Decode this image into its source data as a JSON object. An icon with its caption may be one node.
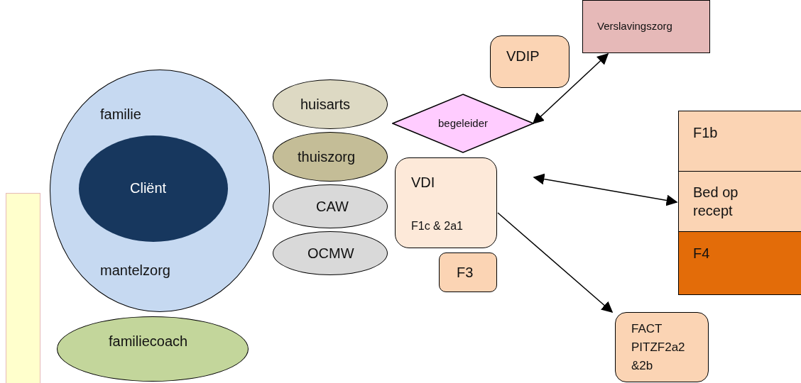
{
  "diagram": {
    "nodes": [
      {
        "text": [
          "familie",
          "mantelzorg"
        ]
      },
      {
        "text": [
          "Cliënt"
        ],
        "in": 0
      },
      {
        "text": [
          "huisarts"
        ]
      },
      {
        "text": [
          "thuiszorg"
        ]
      },
      {
        "text": [
          "CAW"
        ]
      },
      {
        "text": [
          "OCMW"
        ]
      },
      {
        "text": [
          "VDI",
          "F1c & 2a1"
        ]
      },
      {
        "text": [
          "VDIP"
        ]
      },
      {
        "text": [
          "begeleider"
        ]
      },
      {
        "text": [
          "F3"
        ]
      },
      {
        "text": [
          "Verslavingszorg"
        ]
      },
      {
        "text": [
          "F1b"
        ]
      },
      {
        "text": [
          "Bed op recept"
        ]
      },
      {
        "text": [
          "F4"
        ]
      },
      {
        "text": [
          "FACT PITZF2a2 &2b"
        ]
      },
      {
        "text": [
          "familiecoach"
        ]
      },
      {
        "text": [],
        "shape": "bar"
      }
    ],
    "edges": [
      {
        "from": 10,
        "to": 8,
        "arrow": "both"
      },
      {
        "from": null,
        "to": 12,
        "arrow": "both"
      },
      {
        "from": 6,
        "to": 14,
        "arrow": "to"
      }
    ]
  }
}
